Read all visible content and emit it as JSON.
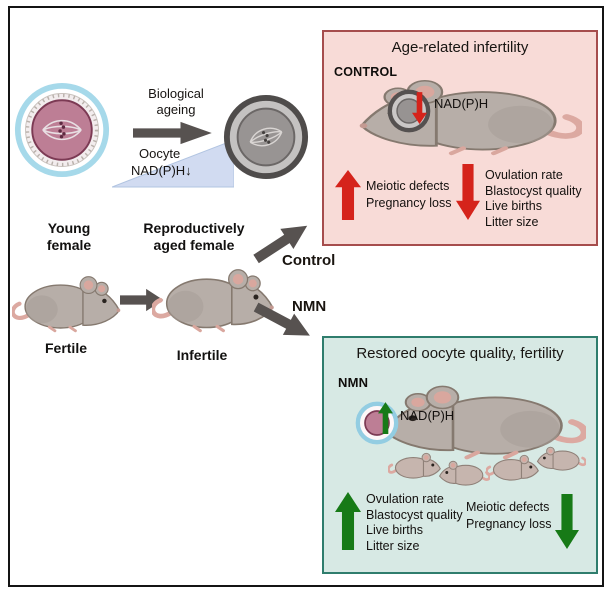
{
  "colors": {
    "control_bg": "#f8dbd7",
    "control_border": "#a64d4d",
    "nmn_bg": "#d7e9e4",
    "nmn_border": "#2f7d6d",
    "red": "#d5231b",
    "green": "#177a17",
    "arrow_gray": "#575250",
    "wedge_blue": "#cdd8f0",
    "oocyte_ring_blue": "#a6d9ea",
    "oocyte_inner_pink": "#bd7e95"
  },
  "flow": {
    "biological_ageing": "Biological ageing",
    "wedge_oocyte": "Oocyte",
    "wedge_nadph": "NAD(P)H",
    "down_glyph": "↓",
    "young_female": "Young female",
    "aged_female": "Reproductively aged female",
    "fertile": "Fertile",
    "infertile": "Infertile",
    "control_branch": "Control",
    "nmn_branch": "NMN"
  },
  "control_panel": {
    "title": "Age-related infertility",
    "group_label": "CONTROL",
    "nadph": "NAD(P)H",
    "increase": [
      "Meiotic defects",
      "Pregnancy loss"
    ],
    "decrease": [
      "Ovulation rate",
      "Blastocyst quality",
      "Live births",
      "Litter size"
    ]
  },
  "nmn_panel": {
    "title": "Restored oocyte quality, fertility",
    "group_label": "NMN",
    "nadph": "NAD(P)H",
    "increase": [
      "Ovulation rate",
      "Blastocyst quality",
      "Live births",
      "Litter size"
    ],
    "decrease": [
      "Meiotic defects",
      "Pregnancy loss"
    ]
  }
}
